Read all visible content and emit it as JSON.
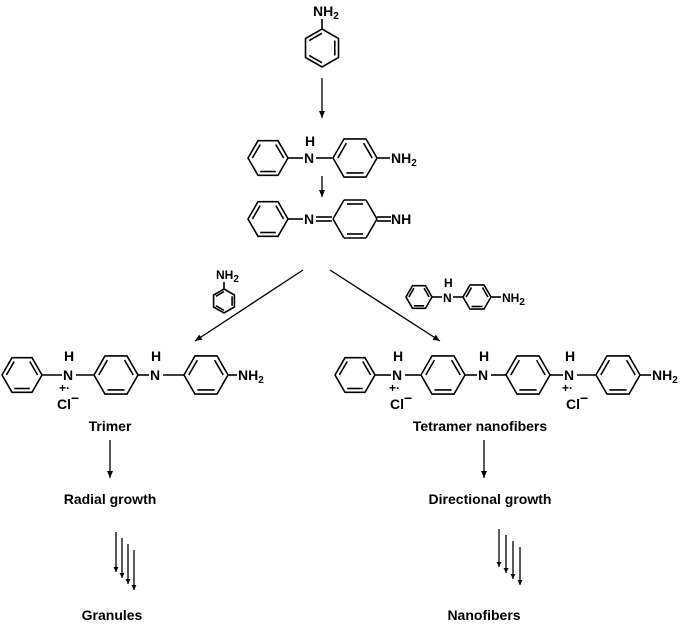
{
  "atoms": {
    "nh": "NH",
    "h": "H",
    "n": "N",
    "two": "2",
    "cl": "Cl",
    "minus": "−",
    "plus": "+",
    "radical": "·"
  },
  "labels": {
    "trimer": "Trimer",
    "tetramer": "Tetramer nanofibers",
    "radial": "Radial growth",
    "directional": "Directional growth",
    "granules": "Granules",
    "nanofibers": "Nanofibers"
  }
}
